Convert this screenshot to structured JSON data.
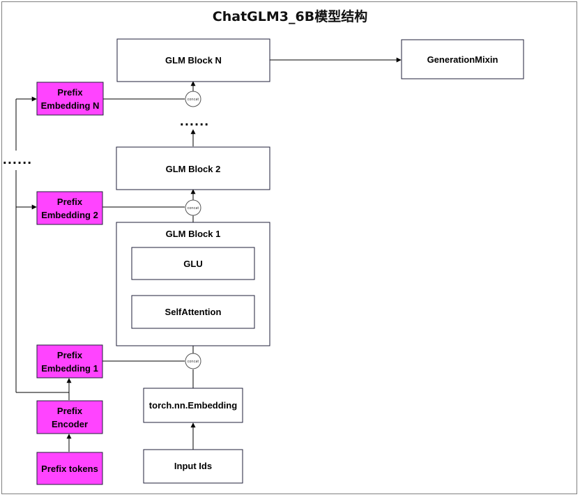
{
  "title": "ChatGLM3_6B模型结构",
  "blocks": {
    "glm_n": "GLM Block N",
    "glm_2": "GLM Block 2",
    "glm_1": "GLM Block 1",
    "glu": "GLU",
    "self_attention": "SelfAttention",
    "embedding": "torch.nn.Embedding",
    "input_ids": "Input Ids",
    "generation_mixin": "GenerationMixin"
  },
  "prefix": {
    "embedding_n": [
      "Prefix",
      "Embedding N"
    ],
    "embedding_2": [
      "Prefix",
      "Embedding 2"
    ],
    "embedding_1": [
      "Prefix",
      "Embedding 1"
    ],
    "encoder": [
      "Prefix",
      "Encoder"
    ],
    "tokens": "Prefix tokens"
  },
  "concat_label": "concat",
  "ellipsis": "......",
  "colors": {
    "prefix_fill": "#ff44ff",
    "box_stroke": "#1f1f3a"
  }
}
